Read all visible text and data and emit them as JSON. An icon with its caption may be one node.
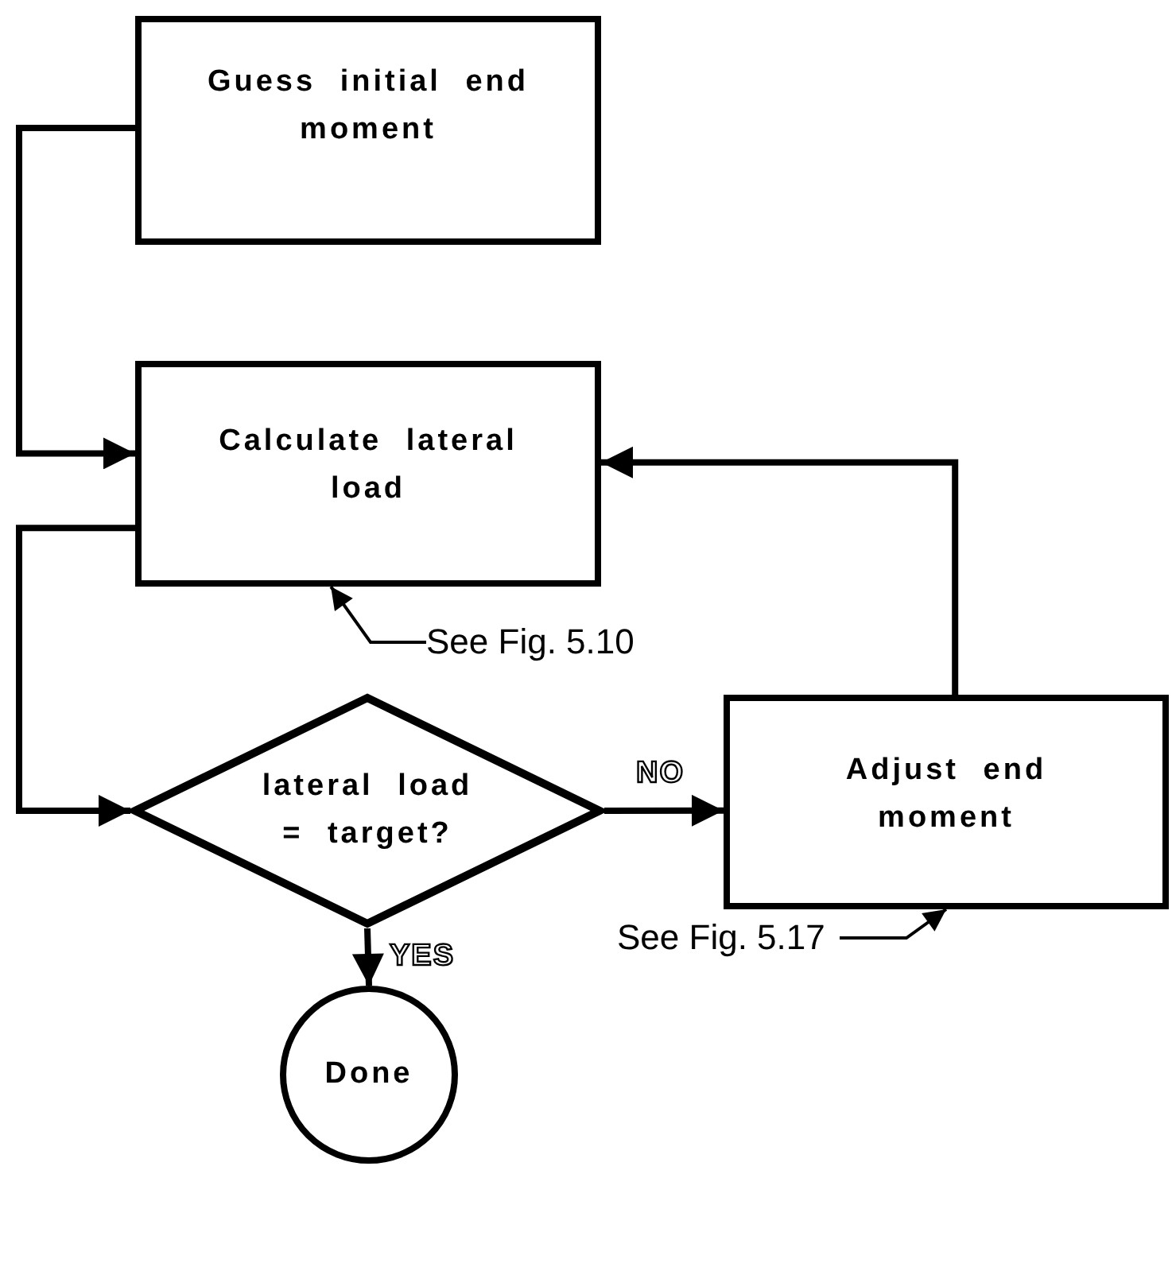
{
  "diagram": {
    "nodes": [
      {
        "text": [
          "Guess initial end moment"
        ]
      },
      {
        "text": [
          "Calculate lateral load"
        ]
      },
      {
        "text": [
          "lateral load = target?"
        ]
      },
      {
        "text": [
          "Adjust end moment"
        ]
      },
      {
        "text": [
          "Done"
        ]
      },
      {
        "text": [
          "See Fig. 5.10"
        ]
      },
      {
        "text": [
          "See Fig. 5.17"
        ]
      }
    ],
    "edges": [
      {
        "from": 0,
        "to": 1,
        "arrow": "to"
      },
      {
        "from": 1,
        "to": 2,
        "arrow": "to"
      },
      {
        "from": 2,
        "to": 3,
        "arrow": "to",
        "label": "NO"
      },
      {
        "from": 2,
        "to": 4,
        "arrow": "to",
        "label": "YES"
      },
      {
        "from": 3,
        "to": 1,
        "arrow": "to"
      },
      {
        "from": 5,
        "to": 1,
        "arrow": "to"
      },
      {
        "from": 6,
        "to": 3,
        "arrow": "to"
      }
    ]
  }
}
